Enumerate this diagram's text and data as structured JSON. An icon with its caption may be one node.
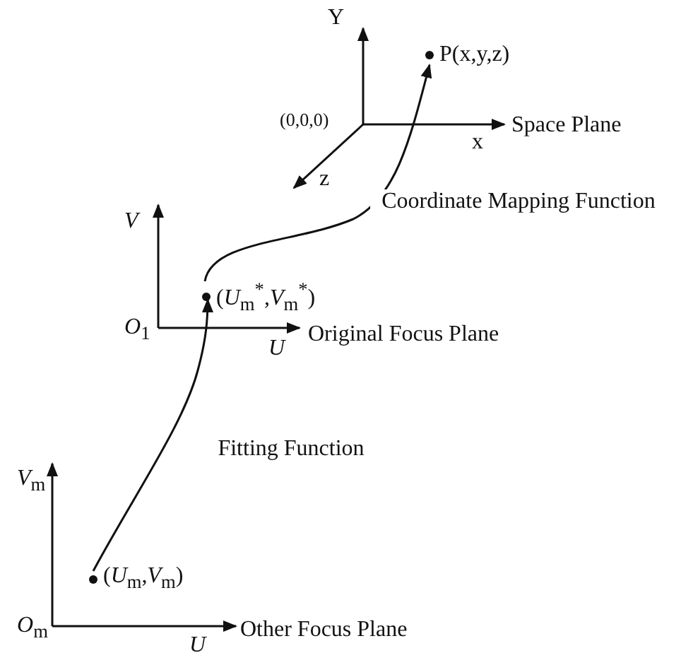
{
  "diagram": {
    "nodes": [
      {
        "text": [
          "P(x,y,z)"
        ]
      },
      {
        "text": [
          "(*U*$_{m}$$^{*}$,*V*$_{m}$$^{*}$)"
        ]
      },
      {
        "text": [
          "(*U*$_{m}$,*V*$_{m}$)"
        ]
      }
    ],
    "edges": [
      {
        "from": 2,
        "to": 1,
        "arrow": "to",
        "label": "Fitting Function"
      },
      {
        "from": 1,
        "to": 0,
        "arrow": "to",
        "label": "Coordinate Mapping Function"
      }
    ],
    "labels": [
      "Y",
      "(0,0,0)",
      "x",
      "Space Plane",
      "z",
      "*V*",
      "*O*$_{1}$",
      "*U*",
      "Original Focus Plane",
      "*V*$_{m}$",
      "*O*$_{m}$",
      "*U*",
      "Other Focus Plane"
    ]
  }
}
